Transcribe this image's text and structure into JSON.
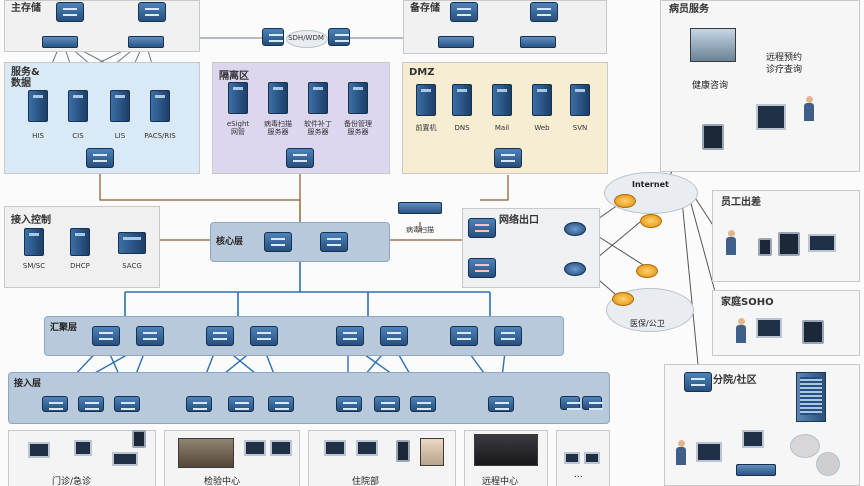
{
  "zones": {
    "main_storage": "主存储",
    "backup_storage": "备存储",
    "service_data": "服务&\n数据",
    "isolation": "隔离区",
    "dmz": "DMZ",
    "access_control": "接入控制",
    "core": "核心层",
    "exit": "网络出口",
    "aggregation": "汇聚层",
    "access": "接入层",
    "patient_service": "病员服务",
    "staff_travel": "员工出差",
    "home_soho": "家庭SOHO",
    "branch": "分院/社区"
  },
  "servers": {
    "service": [
      "HIS",
      "CIS",
      "LIS",
      "PACS/RIS"
    ],
    "isolation": [
      "eSight\n网管",
      "病毒扫描\n服务器",
      "软件补丁\n服务器",
      "备份管理\n服务器"
    ],
    "dmz": [
      "前置机",
      "DNS",
      "Mail",
      "Web",
      "SVN"
    ],
    "access_control": [
      "SM/SC",
      "DHCP",
      "SACG"
    ]
  },
  "misc": {
    "sdh_wdm": "SDH/WDM",
    "internet": "Internet",
    "insurance": "医保/公卫",
    "virus_scan": "病毒扫描",
    "health_consult": "健康咨询",
    "remote_booking": "远程预约\n诊疗查询",
    "outpatient": "门诊/急诊",
    "exam_center": "检验中心",
    "nursing": "住院部",
    "remote_center": "远程中心",
    "more": "..."
  },
  "colors": {
    "service_bg": "#d9e9f6",
    "isolation_bg": "#ddd6ef",
    "dmz_bg": "#f6edd2",
    "band_bg": "#b8c9dc",
    "link_blue": "#2d6fb5",
    "link_brown": "#8a5a2b"
  }
}
